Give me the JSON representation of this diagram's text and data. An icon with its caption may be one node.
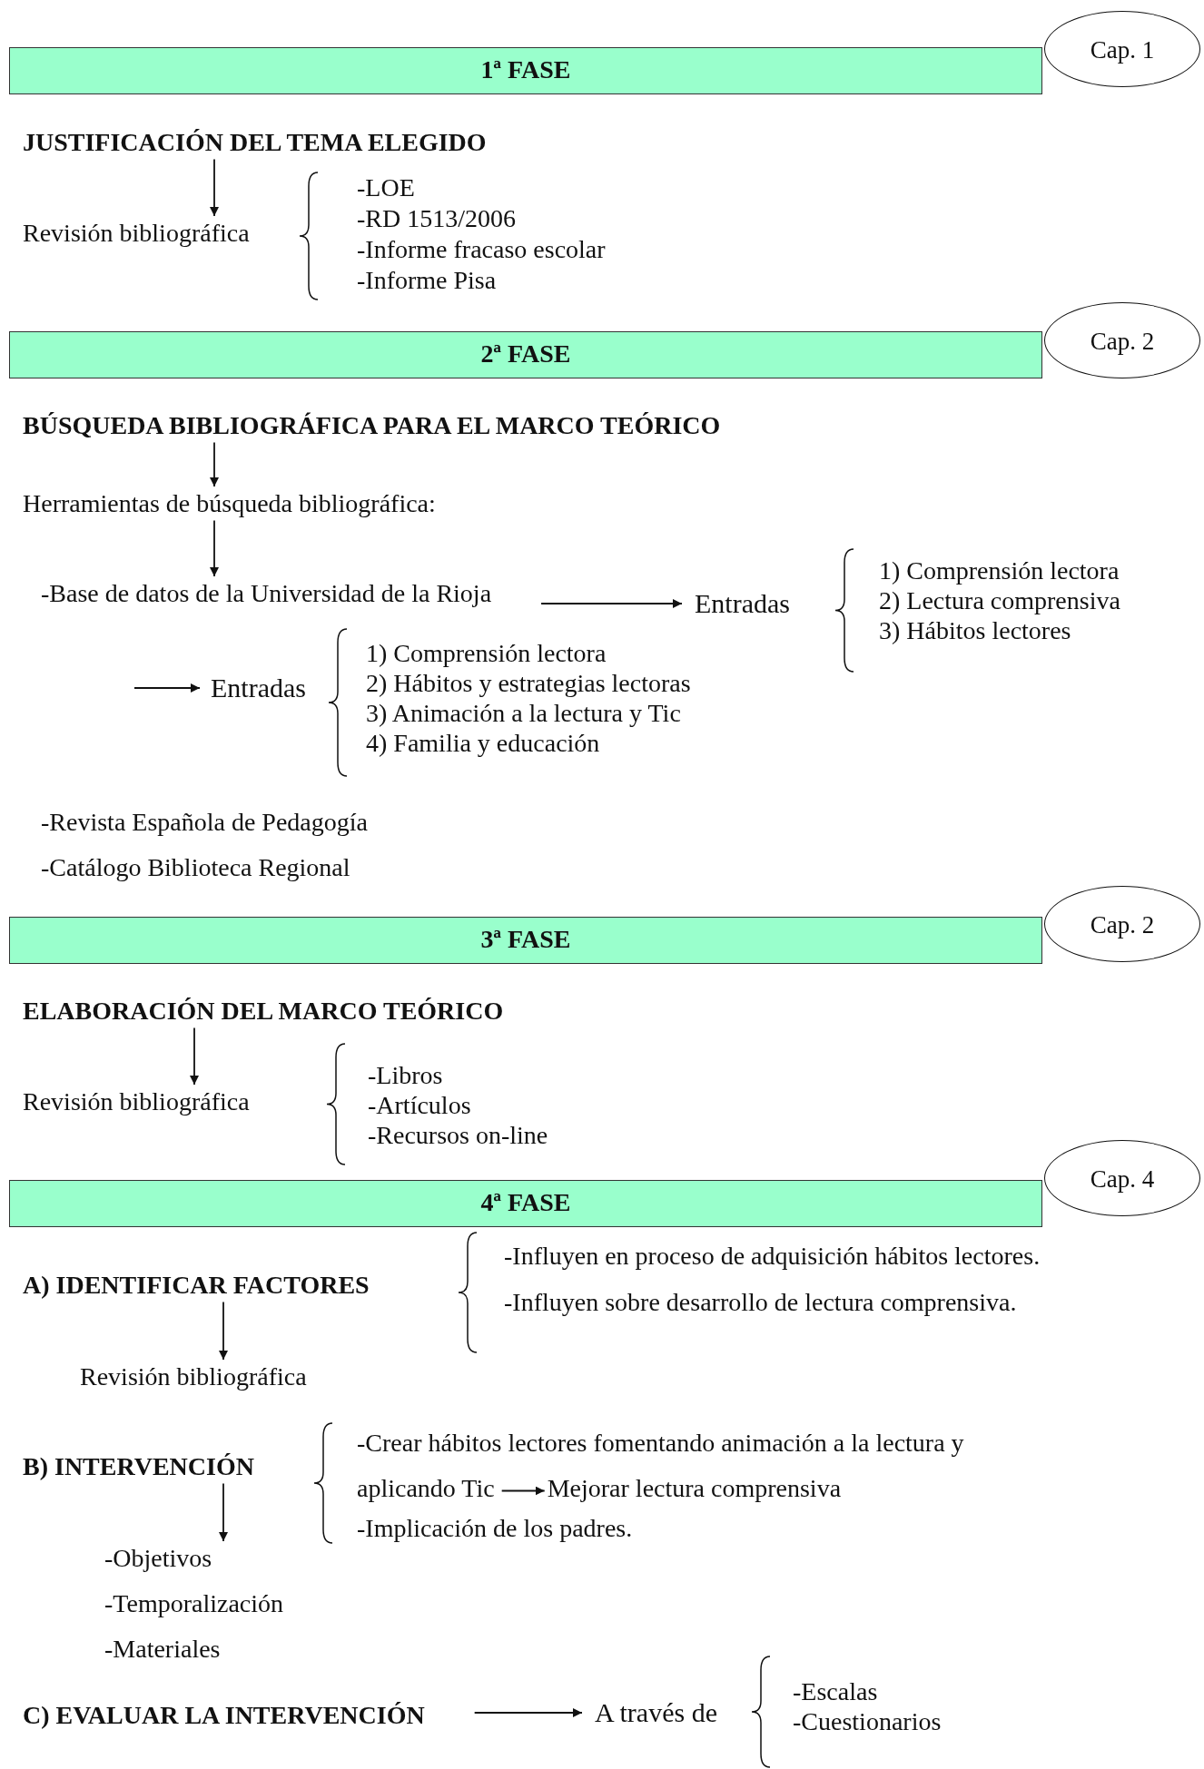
{
  "diagram": {
    "nodes": [
      {
        "text": [
          "1ª FASE"
        ]
      },
      {
        "text": [
          "Cap. 1"
        ]
      },
      {
        "text": [
          "JUSTIFICACIÓN DEL TEMA ELEGIDO"
        ]
      },
      {
        "text": [
          "Revisión bibliográfica"
        ]
      },
      {
        "text": [
          "2ª FASE"
        ]
      },
      {
        "text": [
          "Cap. 2"
        ]
      },
      {
        "text": [
          "BÚSQUEDA BIBLIOGRÁFICA PARA EL MARCO TEÓRICO"
        ]
      },
      {
        "text": [
          "Herramientas de búsqueda bibliográfica:"
        ]
      },
      {
        "text": [
          "-Base de datos de la Universidad de la Rioja"
        ]
      },
      {
        "text": [
          "Entradas"
        ]
      },
      {
        "text": [
          "Entradas"
        ]
      },
      {
        "text": [
          "3ª FASE"
        ]
      },
      {
        "text": [
          "Cap. 2"
        ]
      },
      {
        "text": [
          "ELABORACIÓN DEL MARCO TEÓRICO"
        ]
      },
      {
        "text": [
          "Revisión bibliográfica"
        ]
      },
      {
        "text": [
          "4ª FASE"
        ]
      },
      {
        "text": [
          "Cap. 4"
        ]
      },
      {
        "text": [
          "A) IDENTIFICAR FACTORES"
        ]
      },
      {
        "text": [
          "Revisión bibliográfica"
        ]
      },
      {
        "text": [
          "B) INTERVENCIÓN"
        ]
      },
      {
        "text": [
          "-Crear hábitos lectores fomentando animación a la lectura y aplicando Tic"
        ]
      },
      {
        "text": [
          "Mejorar lectura comprensiva"
        ]
      },
      {
        "text": [
          "-Objetivos"
        ]
      },
      {
        "text": [
          "C) EVALUAR LA INTERVENCIÓN"
        ]
      },
      {
        "text": [
          "A través de"
        ]
      }
    ],
    "edges": [
      {
        "from": 2,
        "to": 3,
        "arrow": "to"
      },
      {
        "from": 6,
        "to": 7,
        "arrow": "to"
      },
      {
        "from": 7,
        "to": 8,
        "arrow": "to"
      },
      {
        "from": 8,
        "to": 9,
        "arrow": "to"
      },
      {
        "from": null,
        "to": 10,
        "arrow": "to"
      },
      {
        "from": 13,
        "to": 14,
        "arrow": "to"
      },
      {
        "from": 17,
        "to": 18,
        "arrow": "to"
      },
      {
        "from": 20,
        "to": 21,
        "arrow": "to"
      },
      {
        "from": 19,
        "to": 22,
        "arrow": "to"
      },
      {
        "from": 23,
        "to": 24,
        "arrow": "to"
      }
    ],
    "labels": [
      "-LOE",
      "-RD 1513/2006",
      "-Informe fracaso escolar",
      "-Informe Pisa",
      "1) Comprensión lectora",
      "2) Lectura comprensiva",
      "3) Hábitos lectores",
      "1) Comprensión lectora",
      "2) Hábitos y estrategias lectoras",
      "3) Animación a la lectura y Tic",
      "4) Familia y educación",
      "-Revista Española de Pedagogía",
      "-Catálogo Biblioteca Regional",
      "-Libros",
      "-Artículos",
      "-Recursos on-line",
      "-Influyen en proceso de adquisición hábitos lectores.",
      "-Influyen sobre desarrollo de lectura comprensiva.",
      "-Implicación de los padres.",
      "-Temporalización",
      "-Materiales",
      "-Escalas",
      "-Cuestionarios"
    ]
  }
}
